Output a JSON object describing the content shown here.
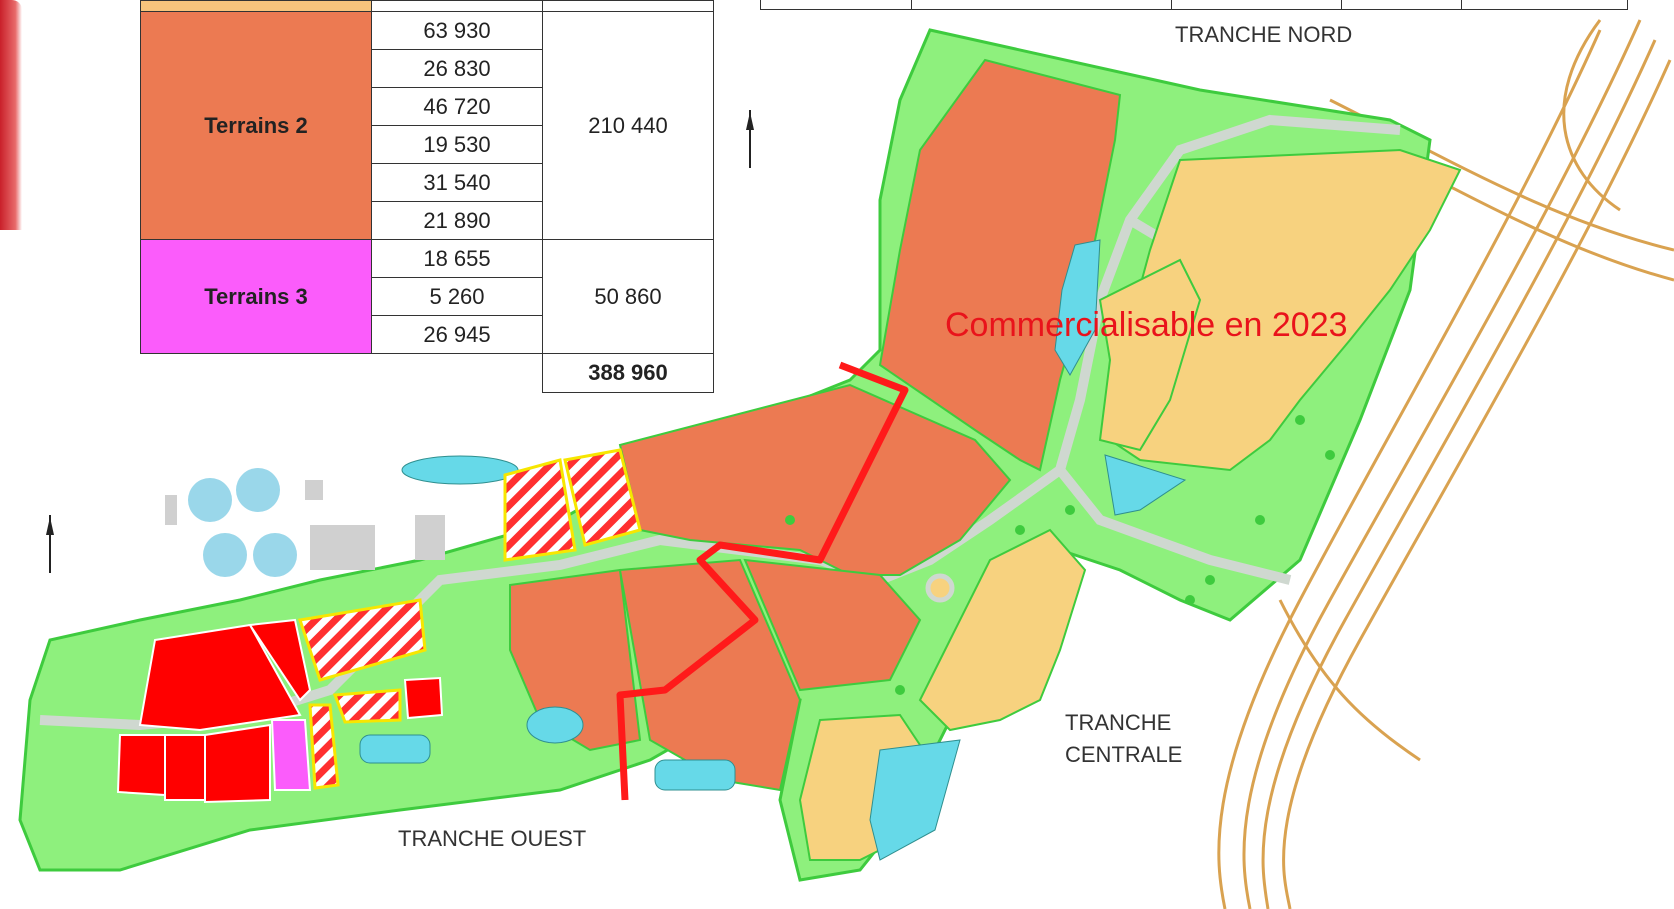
{
  "table": {
    "rows": [
      {
        "category": "Terrains 2",
        "color": "#ec7a52",
        "values": [
          "63 930",
          "26 830",
          "46 720",
          "19 530",
          "31 540",
          "21 890"
        ],
        "subtotal": "210 440"
      },
      {
        "category": "Terrains 3",
        "color": "#fb5cfb",
        "values": [
          "18 655",
          "5 260",
          "26 945"
        ],
        "subtotal": "50 860"
      }
    ],
    "total": "388 960"
  },
  "map": {
    "labels": {
      "tranche_nord": "TRANCHE NORD",
      "tranche_centrale_1": "TRANCHE",
      "tranche_centrale_2": "CENTRALE",
      "tranche_ouest": "TRANCHE OUEST",
      "commercial_note": "Commercialisable en 2023"
    },
    "colors": {
      "terrains_1": "#f7d27f",
      "terrains_2": "#ec7a52",
      "terrains_3": "#fb5cfb",
      "sold": "#ff0000",
      "green_space": "#8ef07d",
      "road": "#cfd8d0",
      "water": "#66d9e8",
      "highway": "#d9a250",
      "boundary_line": "#ff1a1a",
      "annotation_text": "#e9131b"
    }
  }
}
